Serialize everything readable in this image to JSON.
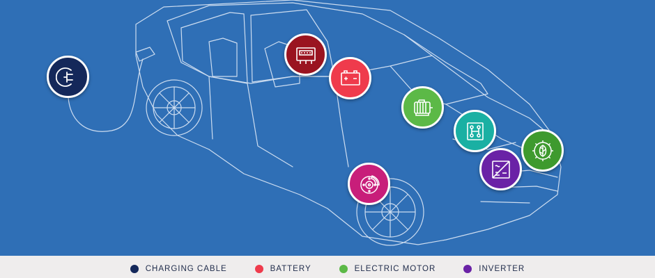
{
  "legend": {
    "items": [
      {
        "label": "CHARGING CABLE",
        "color": "#14285a"
      },
      {
        "label": "BATTERY",
        "color": "#ef3b4c"
      },
      {
        "label": "ELECTRIC MOTOR",
        "color": "#5cb947"
      },
      {
        "label": "INVERTER",
        "color": "#6a22a6"
      }
    ]
  },
  "colors": {
    "background": "#2f6fb6",
    "legend_background": "#efeded",
    "charging_cable": "#14285a",
    "battery": "#ef3b4c",
    "electric_motor": "#5cb947",
    "inverter": "#6a22a6",
    "controller": "#9a1420",
    "transmission": "#1ab0a3",
    "brakes": "#c81e7a",
    "thermal": "#3e9a2e"
  },
  "badges": [
    {
      "component": "charging-cable",
      "icon": "plug-icon",
      "color": "#14285a"
    },
    {
      "component": "controller",
      "icon": "meter-icon",
      "color": "#9a1420"
    },
    {
      "component": "battery",
      "icon": "battery-icon",
      "color": "#ef3b4c"
    },
    {
      "component": "electric-motor",
      "icon": "motor-icon",
      "color": "#5cb947"
    },
    {
      "component": "transmission",
      "icon": "gearbox-icon",
      "color": "#1ab0a3"
    },
    {
      "component": "thermal-system",
      "icon": "gear-leaf-icon",
      "color": "#3e9a2e"
    },
    {
      "component": "inverter",
      "icon": "inverter-icon",
      "color": "#6a22a6"
    },
    {
      "component": "brakes",
      "icon": "brake-disc-icon",
      "color": "#c81e7a"
    }
  ]
}
